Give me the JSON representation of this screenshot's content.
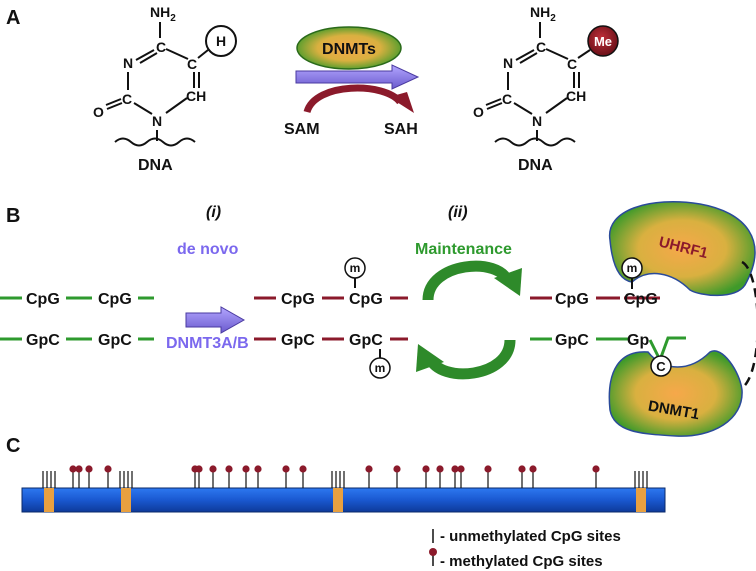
{
  "panels": {
    "a": "A",
    "b": "B",
    "c": "C"
  },
  "panel_a": {
    "left_molecule": {
      "nh2": "NH",
      "nh2_sub": "2",
      "c4": "C",
      "c5": "C",
      "n3": "N",
      "c6h": "CH",
      "c2": "C",
      "o": "O",
      "n1": "N",
      "group": "H",
      "dna": "DNA"
    },
    "right_molecule": {
      "nh2": "NH",
      "nh2_sub": "2",
      "c4": "C",
      "c5": "C",
      "n3": "N",
      "c6h": "CH",
      "c2": "C",
      "o": "O",
      "n1": "N",
      "group": "Me",
      "dna": "DNA"
    },
    "enzyme": "DNMTs",
    "cofactor_in": "SAM",
    "cofactor_out": "SAH"
  },
  "panel_b": {
    "step_i": "(i)",
    "step_ii": "(ii)",
    "de_novo": "de novo",
    "maintenance": "Maintenance",
    "dnmt3": "DNMT3A/B",
    "uhrf1": "UHRF1",
    "dnmt1": "DNMT1",
    "m": "m",
    "flipped_c": "C",
    "strand1_top": [
      "CpG",
      "CpG"
    ],
    "strand1_bottom": [
      "GpC",
      "GpC"
    ],
    "strand2_top": [
      "CpG",
      "CpG"
    ],
    "strand2_bottom": [
      "GpC",
      "GpC"
    ],
    "strand3_top": [
      "CpG",
      "CpG"
    ],
    "strand3_bottom": [
      "GpC",
      "Gp"
    ]
  },
  "panel_c": {
    "legend_unmethylated": "- unmethylated CpG sites",
    "legend_methylated": "- methylated CpG sites"
  },
  "colors": {
    "purple": "#7b68ee",
    "green": "#2e9a2e",
    "darkred": "#8b1a2b",
    "bar_blue": "#1f5fd6",
    "orange": "#e8a040"
  }
}
